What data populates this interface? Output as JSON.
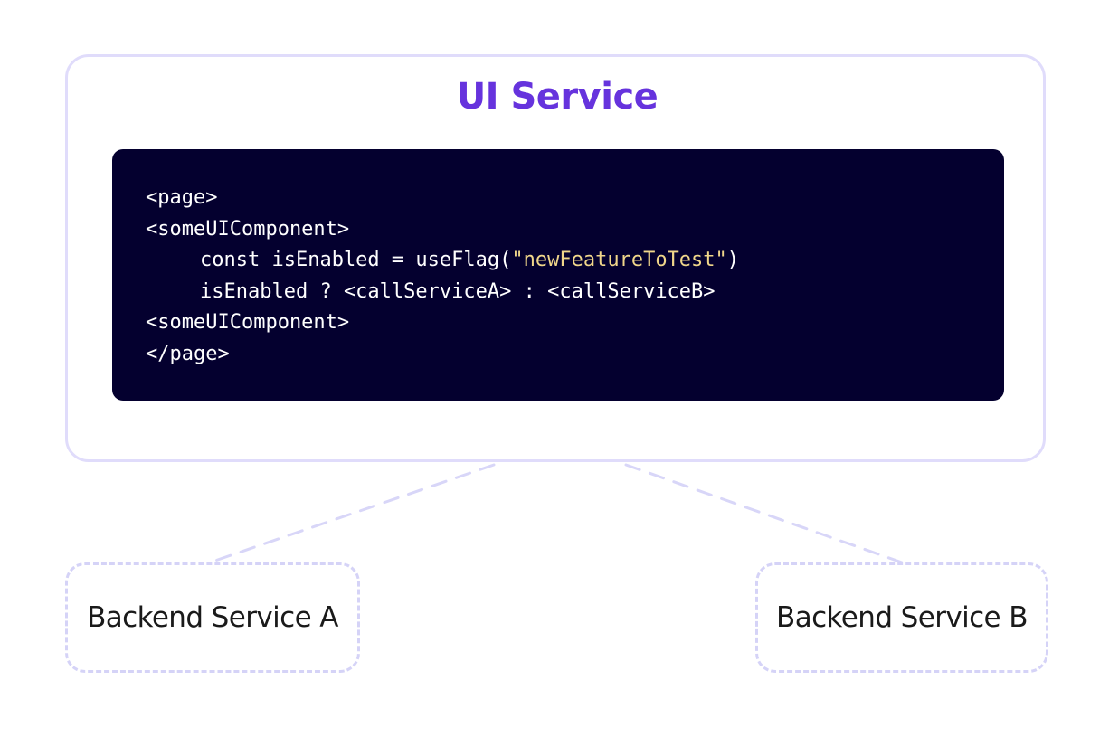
{
  "ui_service": {
    "title": "UI Service",
    "title_color": "#6633dd",
    "border_color": "#e0dcfb"
  },
  "code": {
    "background": "#04002f",
    "string_color": "#f0d68a",
    "lines": {
      "l1": "<page>",
      "l2": "<someUIComponent>",
      "l3_prefix": "const isEnabled = useFlag(",
      "l3_string": "\"newFeatureToTest\"",
      "l3_suffix": ")",
      "l4": "isEnabled ? <callServiceA> : <callServiceB>",
      "l5": "<someUIComponent>",
      "l6": "</page>"
    }
  },
  "backends": {
    "a": {
      "label": "Backend Service A"
    },
    "b": {
      "label": "Backend Service B"
    },
    "border_color": "#d5d3f7"
  }
}
